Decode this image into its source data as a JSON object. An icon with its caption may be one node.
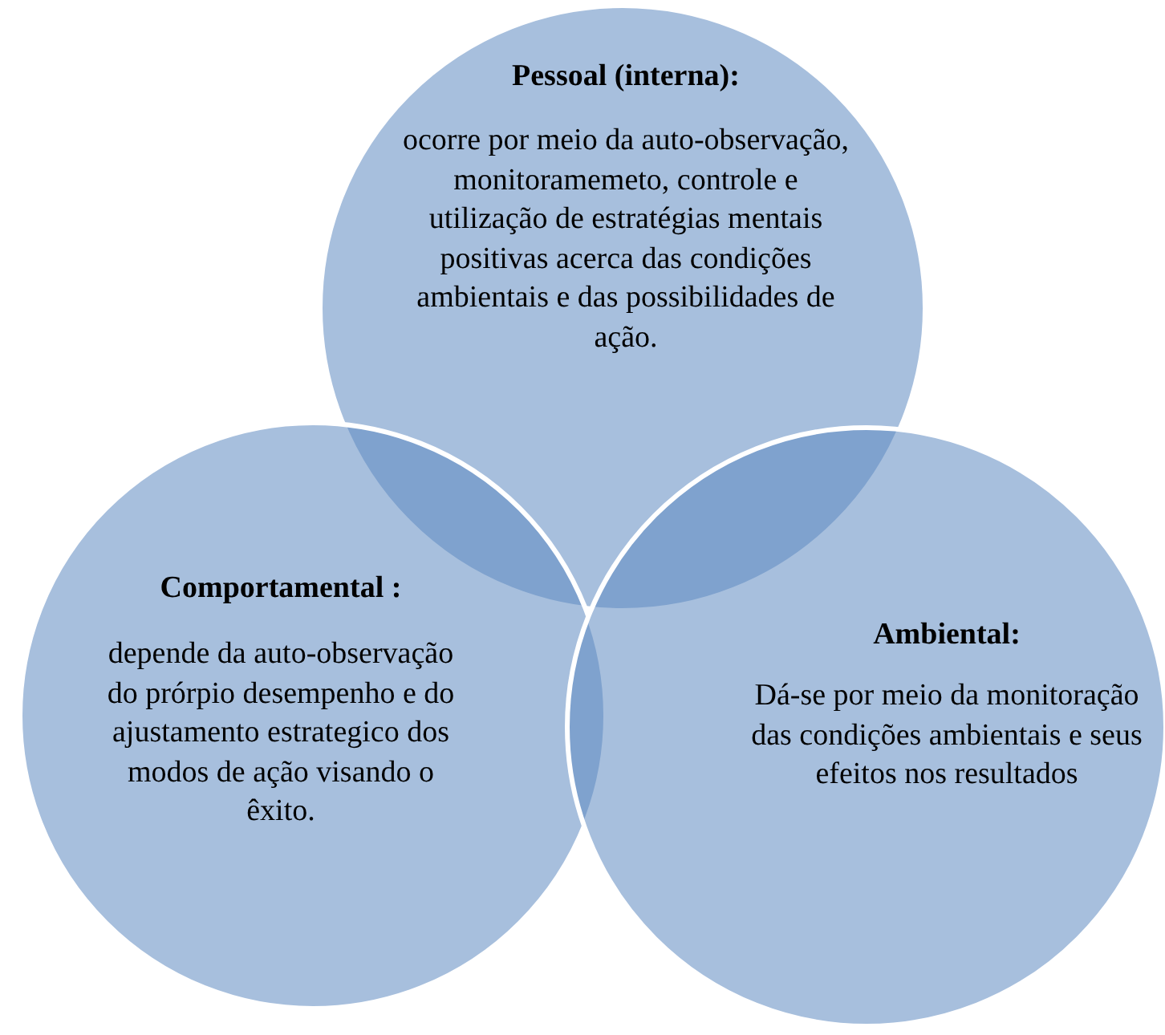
{
  "diagram": {
    "nodes": [
      {
        "text": [
          "Pessoal (interna):",
          "ocorre por meio da auto-observação, monitoramemeto, controle e utilização de estratégias mentais positivas acerca das condições ambientais e das possibilidades de ação."
        ]
      },
      {
        "text": [
          "Comportamental :",
          "depende da auto-observação do prórpio desempenho e do ajustamento estrategico dos modos de ação visando o êxito."
        ]
      },
      {
        "text": [
          "Ambiental:",
          "Dá-se por meio da monitoração das condições ambientais e seus efeitos nos resultados"
        ]
      }
    ]
  }
}
